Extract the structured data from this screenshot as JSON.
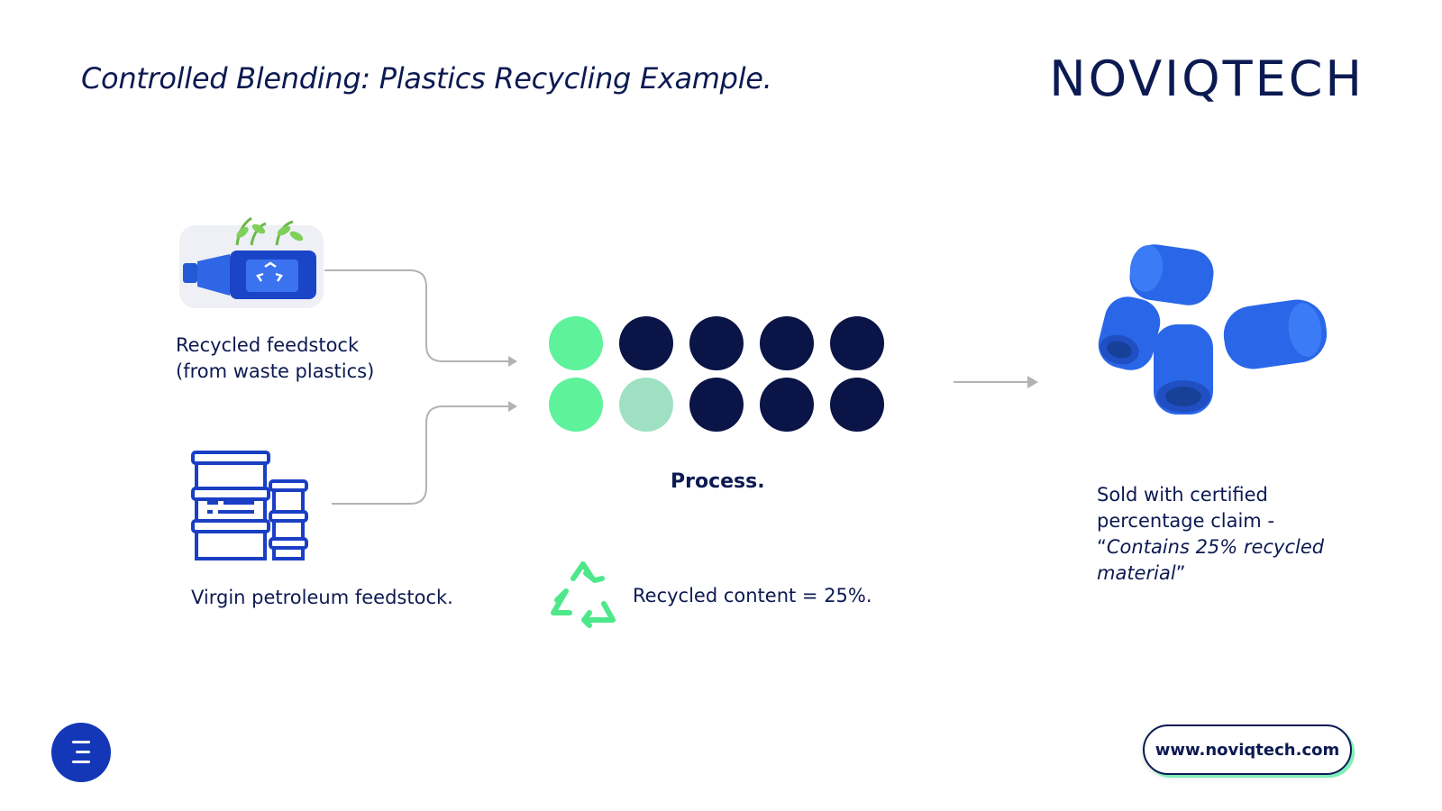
{
  "header": {
    "title": "Controlled Blending: Plastics Recycling Example.",
    "logo_text": "NOVIQTECH"
  },
  "inputs": {
    "recycled": {
      "line1": "Recycled feedstock",
      "line2": "(from waste plastics)",
      "icon": "recycled-bottle-icon"
    },
    "virgin": {
      "label": "Virgin petroleum feedstock.",
      "icon": "oil-barrels-icon"
    }
  },
  "process": {
    "label": "Process.",
    "recycled_content": "Recycled content = 25%.",
    "dots_top": [
      "recycled",
      "virgin",
      "virgin",
      "virgin",
      "virgin"
    ],
    "dots_bottom": [
      "recycled",
      "recycled-light",
      "virgin",
      "virgin",
      "virgin"
    ]
  },
  "output": {
    "line1": "Sold with certified",
    "line2": "percentage claim -",
    "quote_open": "“",
    "claim_line1": "Contains 25% recycled",
    "claim_line2": "material",
    "quote_close": "”",
    "icon": "plastic-pellets-icon"
  },
  "footer": {
    "url": "www.noviqtech.com",
    "menu_icon": "menu-icon"
  },
  "colors": {
    "navy": "#0c1a52",
    "recycled": "#5ef29b",
    "recycled-light": "#9fe0c3",
    "virgin": "#0a1446",
    "brand_blue": "#1437b8",
    "arrow": "#b3b3b3"
  }
}
